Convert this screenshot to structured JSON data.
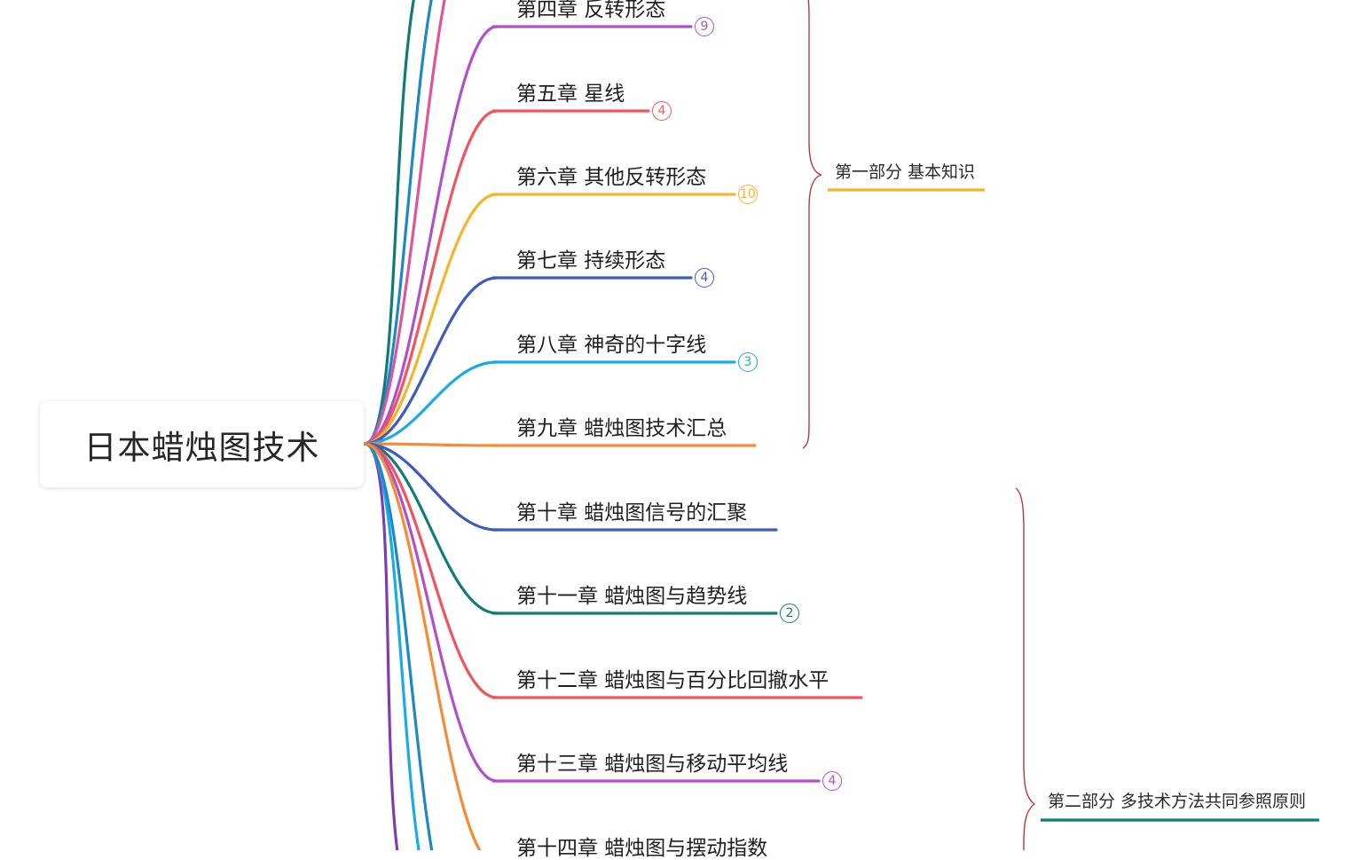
{
  "root": {
    "title": "日本蜡烛图技术"
  },
  "chapters": [
    {
      "id": "ch4",
      "label": "第四章 反转形态",
      "badge": "9",
      "color": "#B24FC9"
    },
    {
      "id": "ch5",
      "label": "第五章 星线",
      "badge": "4",
      "color": "#F2545B"
    },
    {
      "id": "ch6",
      "label": "第六章 其他反转形态",
      "badge": "10",
      "color": "#F4B42B"
    },
    {
      "id": "ch7",
      "label": "第七章 持续形态",
      "badge": "4",
      "color": "#3F5BBE"
    },
    {
      "id": "ch8",
      "label": "第八章 神奇的十字线",
      "badge": "3",
      "color": "#1AABE4"
    },
    {
      "id": "ch9",
      "label": "第九章 蜡烛图技术汇总",
      "badge": "",
      "color": "#F58B35"
    },
    {
      "id": "ch10",
      "label": "第十章 蜡烛图信号的汇聚",
      "badge": "",
      "color": "#3F5BBE"
    },
    {
      "id": "ch11",
      "label": "第十一章 蜡烛图与趋势线",
      "badge": "2",
      "color": "#117A7A"
    },
    {
      "id": "ch12",
      "label": "第十二章 蜡烛图与百分比回撤水平",
      "badge": "",
      "color": "#F2545B"
    },
    {
      "id": "ch13",
      "label": "第十三章 蜡烛图与移动平均线",
      "badge": "4",
      "color": "#B24FC9"
    },
    {
      "id": "ch14",
      "label": "第十四章 蜡烛图与摆动指数",
      "badge": "",
      "color": "#F58B35"
    }
  ],
  "parts": [
    {
      "id": "part1",
      "label": "第一部分 基本知识",
      "color": "#F4B42B",
      "brace_color": "#B23A3A"
    },
    {
      "id": "part2",
      "label": "第二部分 多技术方法共同参照原则",
      "color": "#117A7A",
      "brace_color": "#B23A3A"
    }
  ],
  "offscreen_branch_colors": [
    "#117A7A",
    "#1E88C7",
    "#E0559A",
    "#7B3FB2",
    "#1AABE4",
    "#1E88C7"
  ]
}
